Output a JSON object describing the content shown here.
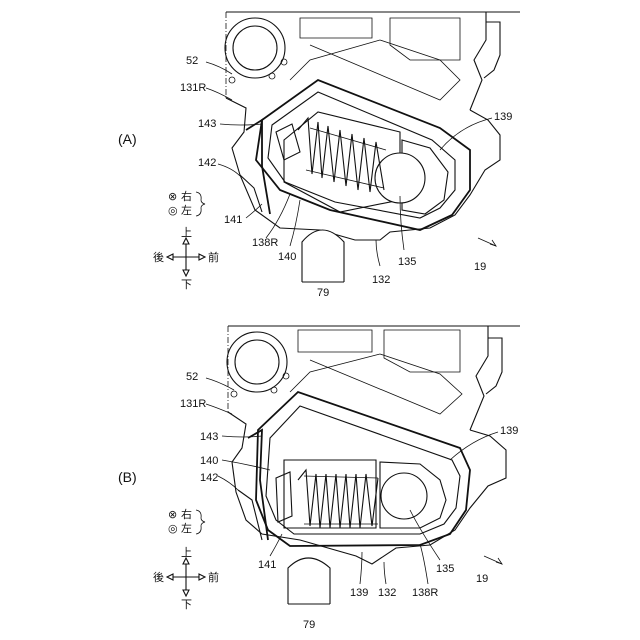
{
  "panels": [
    {
      "label": "(A)",
      "refs": {
        "r52": "52",
        "r131R": "131R",
        "r143": "143",
        "r142": "142",
        "r141": "141",
        "r138R": "138R",
        "r140": "140",
        "r79": "79",
        "r132": "132",
        "r135": "135",
        "r139": "139",
        "r19": "19"
      },
      "legend": {
        "right_symbol": "⊗",
        "right": "右",
        "left_symbol": "◎",
        "left": "左"
      },
      "directions": {
        "up": "上",
        "down": "下",
        "back": "後",
        "front": "前"
      }
    },
    {
      "label": "(B)",
      "refs": {
        "r52": "52",
        "r131R": "131R",
        "r143": "143",
        "r140": "140",
        "r142": "142",
        "r141": "141",
        "r139a": "139",
        "r132": "132",
        "r138R": "138R",
        "r135": "135",
        "r139b": "139",
        "r19": "19",
        "r79": "79"
      },
      "legend": {
        "right_symbol": "⊗",
        "right": "右",
        "left_symbol": "◎",
        "left": "左"
      },
      "directions": {
        "up": "上",
        "down": "下",
        "back": "後",
        "front": "前"
      }
    }
  ]
}
